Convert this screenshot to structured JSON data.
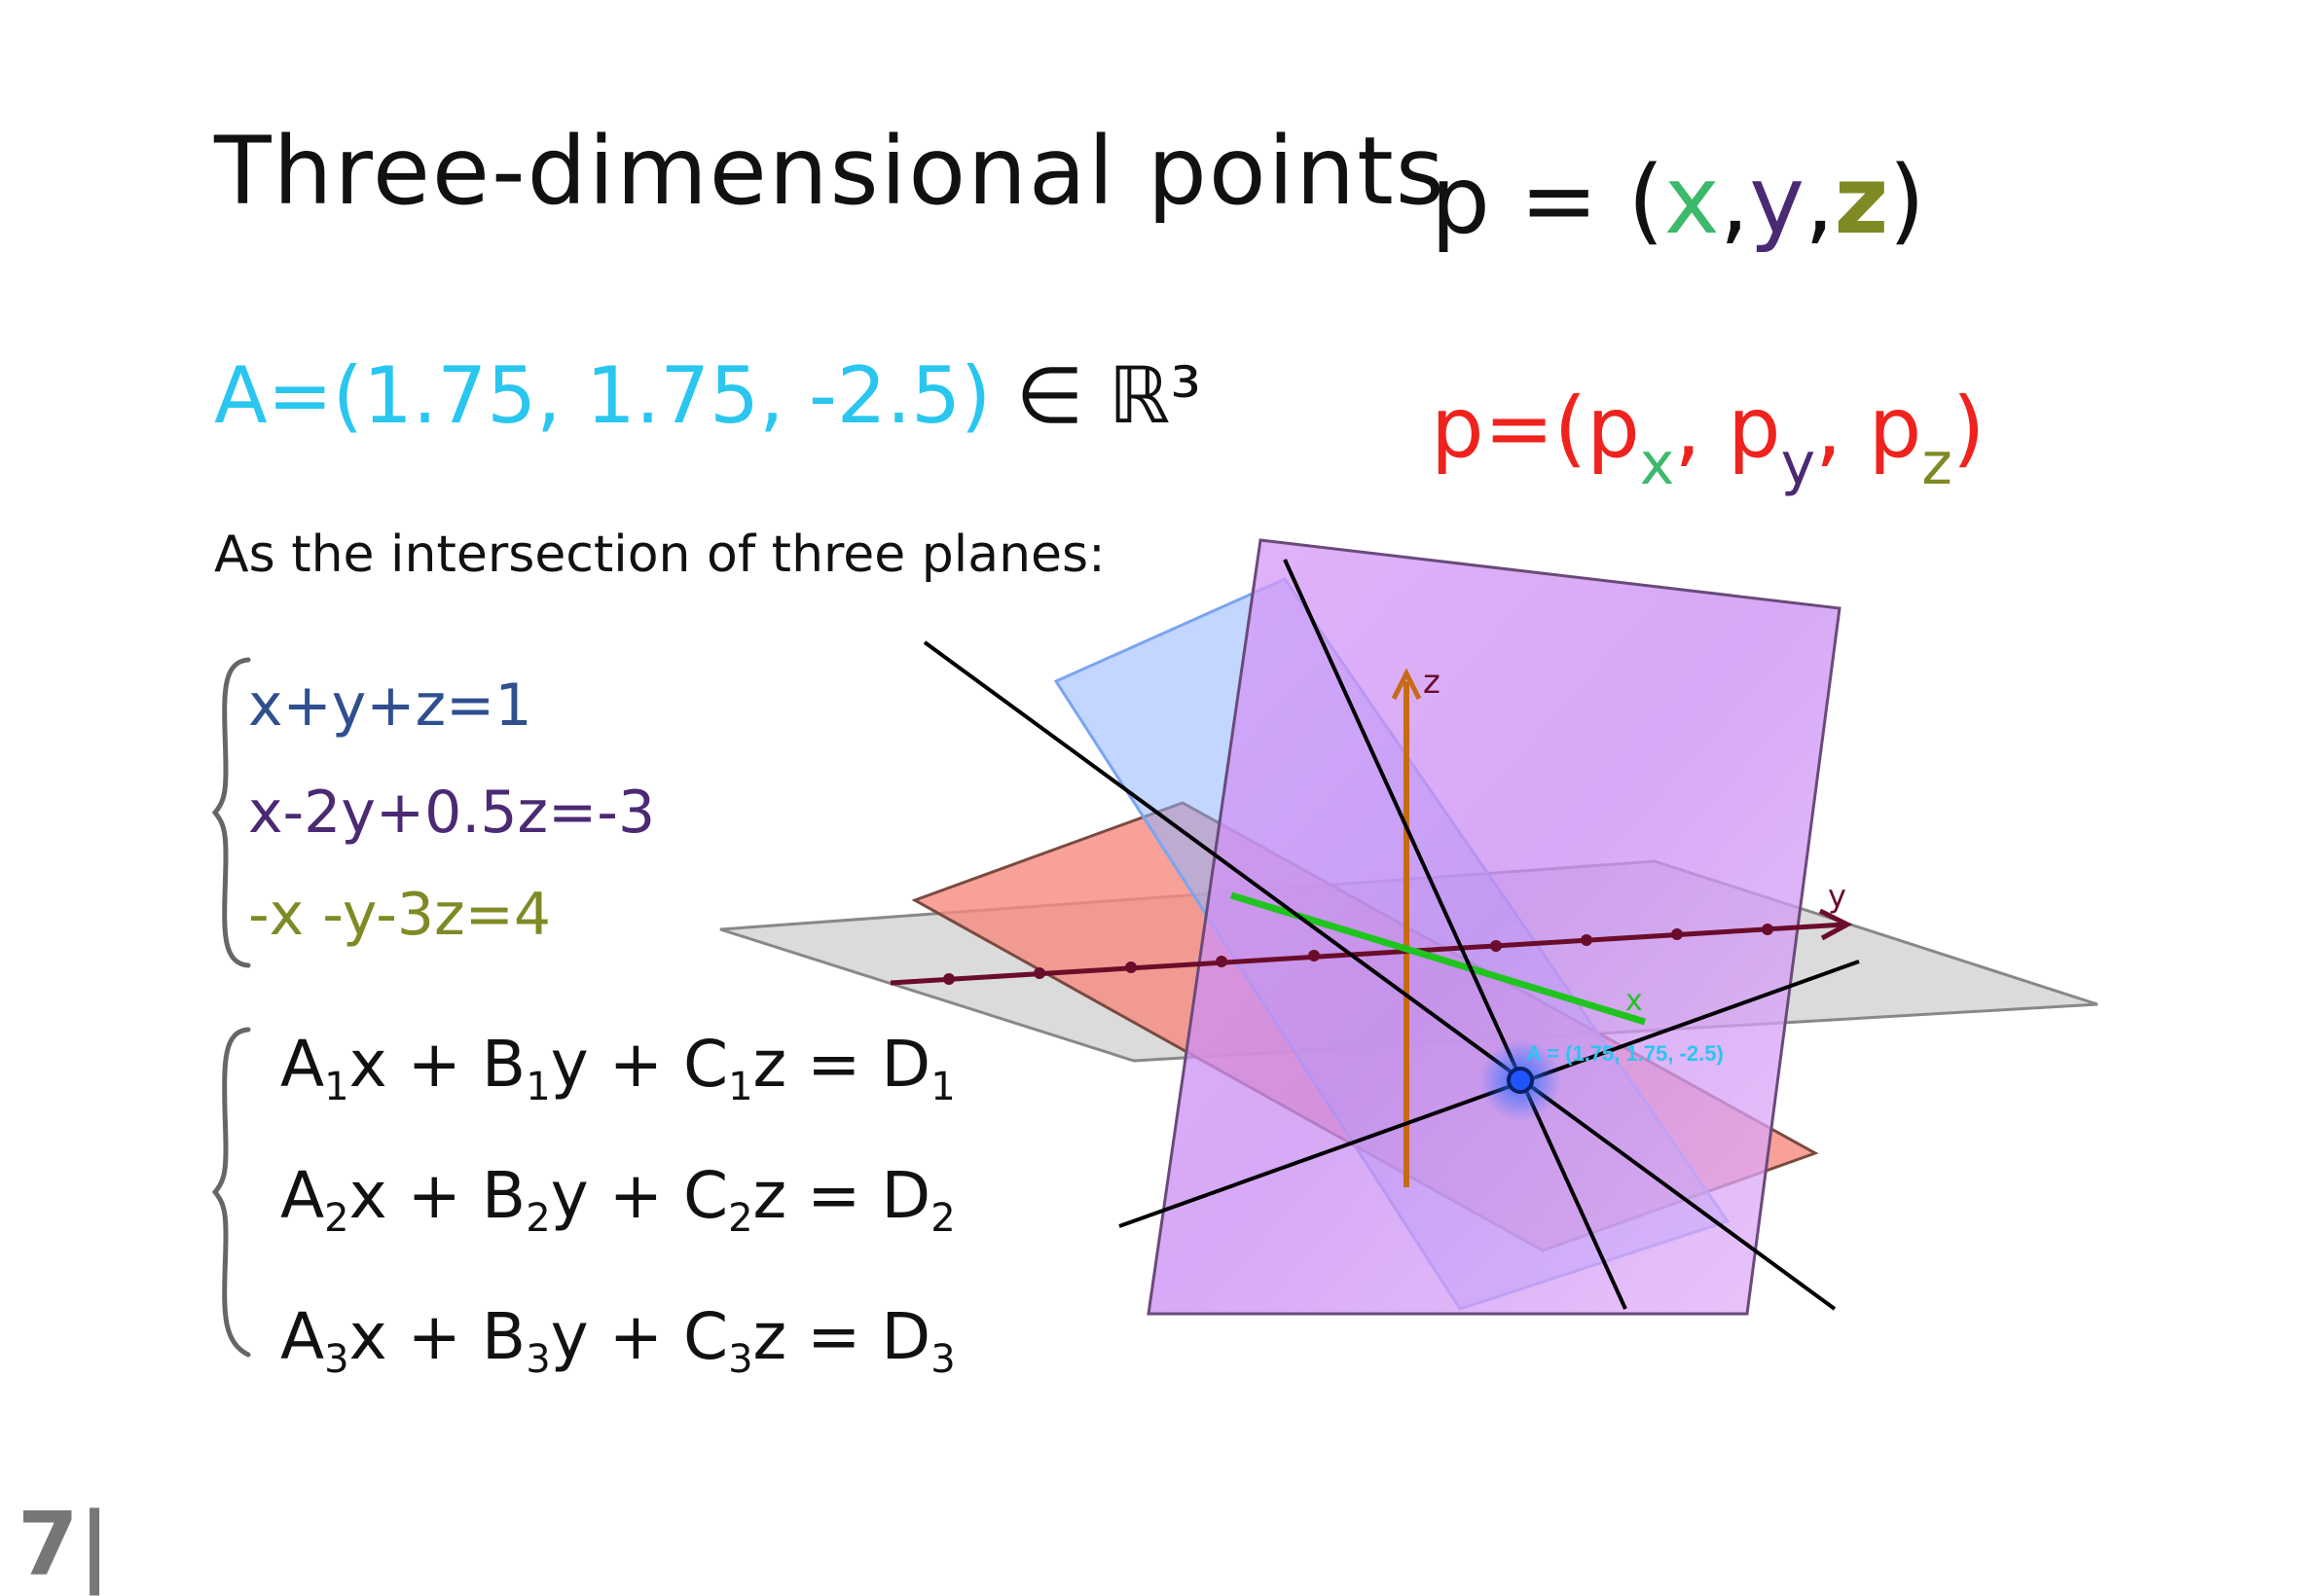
{
  "title": "Three-dimensional points",
  "point_def": {
    "p": "p",
    "eq": " = (",
    "x": "x",
    "c1": ",",
    "y": "y",
    "c2": ",",
    "z": "z",
    "close": ")"
  },
  "point_A": {
    "text": "A=(1.75, 1.75, -2.5)",
    "member": " ∈ ℝ³"
  },
  "components": {
    "lead": "p=(p",
    "x": "x",
    "sep1": ", p",
    "y": "y",
    "sep2": ", p",
    "z": "z",
    "close": ")"
  },
  "intro": "As the intersection of three planes:",
  "system": [
    "x+y+z=1",
    "x-2y+0.5z=-3",
    "-x -y-3z=4"
  ],
  "general": {
    "r1": {
      "a": "A",
      "s1": "1",
      "b": "x + B",
      "s2": "1",
      "c": "y + C",
      "s3": "1",
      "d": "z = D",
      "s4": "1"
    },
    "r2": {
      "a": "A",
      "s1": "2",
      "b": "x + B",
      "s2": "2",
      "c": "y + C",
      "s3": "2",
      "d": "z = D",
      "s4": "2"
    },
    "r3": {
      "a": "A",
      "s1": "3",
      "b": "x + B",
      "s2": "3",
      "c": "y + C",
      "s3": "3",
      "d": "z = D",
      "s4": "3"
    }
  },
  "figure": {
    "axis_z": "z",
    "axis_y": "y",
    "axis_x": "x",
    "point_label": "A = (1.75, 1.75, -2.5)",
    "colors": {
      "point": "#1e55ff",
      "label": "#29c6ef",
      "plane_gray": "#c8c8c8",
      "plane_red": "#f48a80",
      "plane_blue": "#8fb4ff",
      "plane_violet": "#cf8cf5",
      "z_axis": "#c86a12",
      "y_axis": "#6a0d2a",
      "x_axis": "#1fc41f"
    }
  },
  "page_number": "7|"
}
